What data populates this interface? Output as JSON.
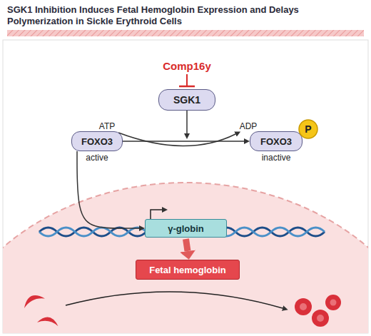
{
  "diagram": {
    "title": "SGK1 Inhibition Induces Fetal Hemoglobin Expression and Delays Polymerization in Sickle Erythroid Cells",
    "nodes": [
      {
        "text": [
          "SGK1"
        ]
      },
      {
        "text": [
          "FOXO3",
          "active"
        ]
      },
      {
        "text": [
          "FOXO3",
          "inactive"
        ]
      },
      {
        "text": [
          "P"
        ]
      },
      {
        "text": [
          "γ-globin"
        ]
      },
      {
        "text": [
          "Fetal hemoglobin"
        ]
      }
    ],
    "edges": [
      {
        "from": 1,
        "to": 2,
        "arrow": "to"
      },
      {
        "from": 1,
        "to": 4,
        "arrow": "to"
      },
      {
        "from": 4,
        "to": 5,
        "arrow": "to"
      }
    ],
    "labels": [
      "Comp16y",
      "ATP",
      "ADP"
    ]
  }
}
